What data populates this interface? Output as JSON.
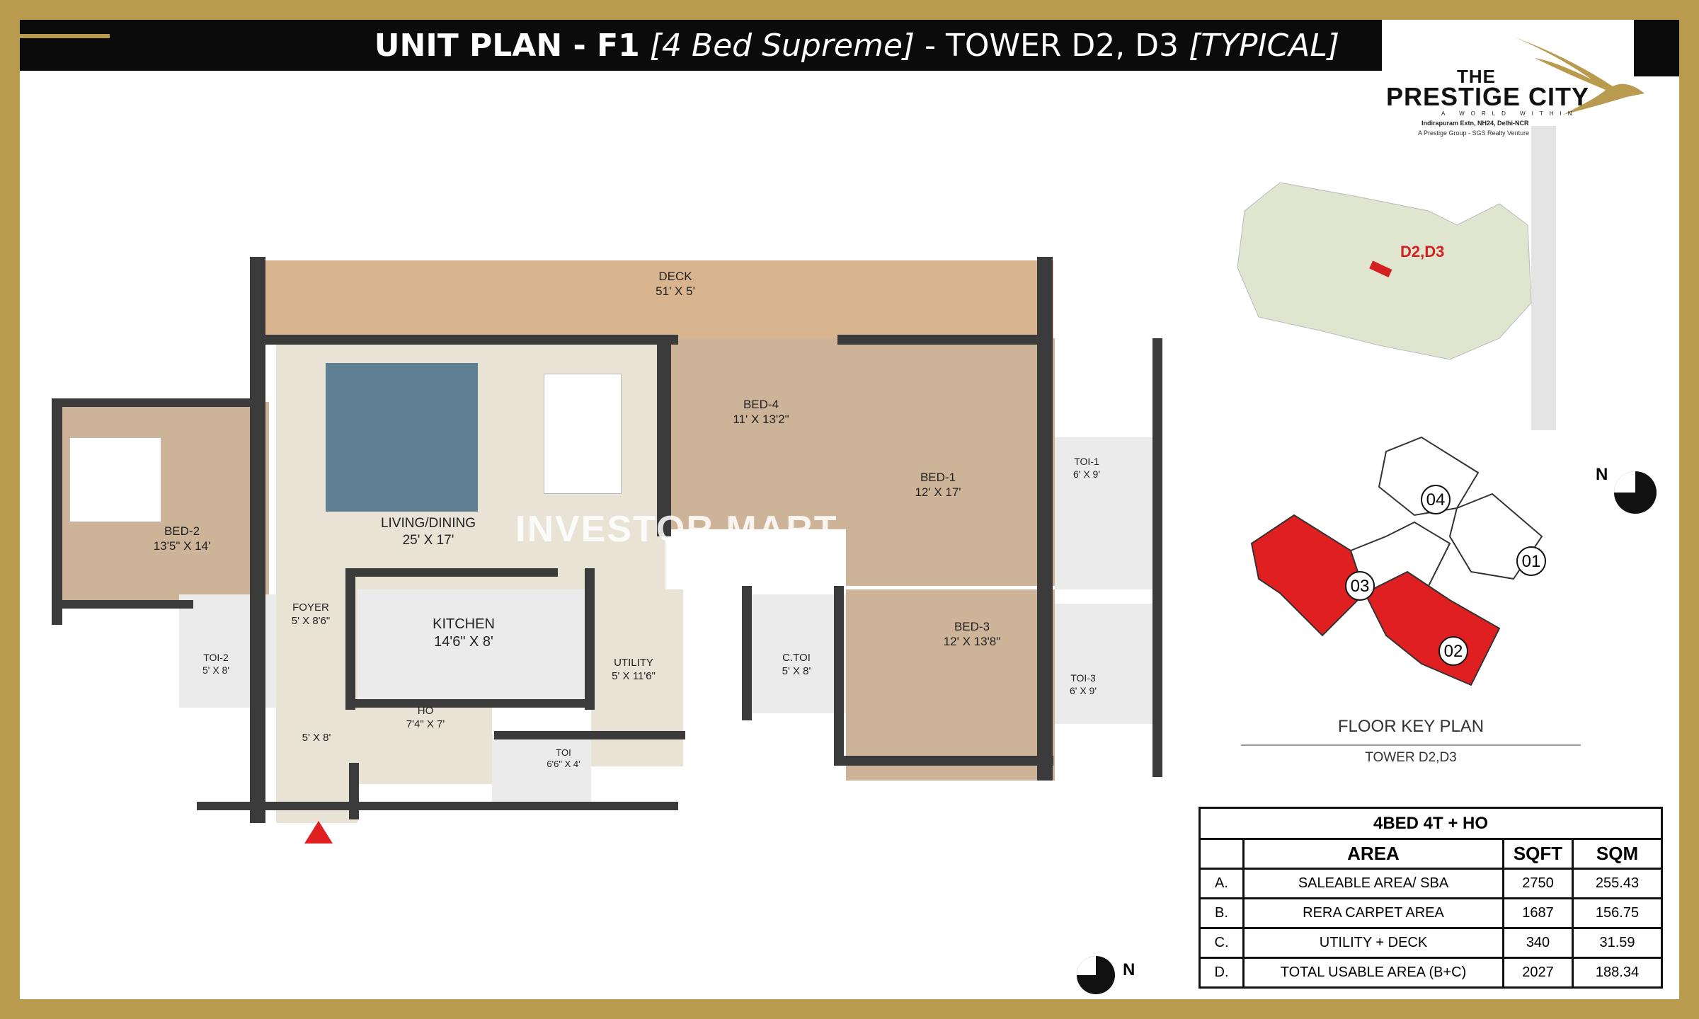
{
  "header": {
    "title_main": "UNIT PLAN - F1",
    "title_sub": "[4 Bed Supreme]",
    "title_tower": "- TOWER D2, D3",
    "title_typical": "[TYPICAL]"
  },
  "logo": {
    "the": "THE",
    "name": "PRESTIGE CITY",
    "tagline": "A WORLD WITHIN",
    "location": "Indirapuram Extn, NH24, Delhi-NCR",
    "venture": "A Prestige Group - SGS Realty Venture"
  },
  "watermark": "INVESTOR MART",
  "rooms": {
    "deck": {
      "name": "DECK",
      "dim": "51' X 5'"
    },
    "living": {
      "name": "LIVING/DINING",
      "dim": "25' X 17'"
    },
    "bed2": {
      "name": "BED-2",
      "dim": "13'5\" X 14'"
    },
    "bed4": {
      "name": "BED-4",
      "dim": "11' X 13'2\""
    },
    "bed1": {
      "name": "BED-1",
      "dim": "12' X 17'"
    },
    "toi1": {
      "name": "TOI-1",
      "dim": "6' X 9'"
    },
    "foyer": {
      "name": "FOYER",
      "dim": "5' X 8'6\""
    },
    "kitchen": {
      "name": "KITCHEN",
      "dim": "14'6\" X 8'"
    },
    "toi2": {
      "name": "TOI-2",
      "dim": "5' X 8'"
    },
    "utility": {
      "name": "UTILITY",
      "dim": "5' X 11'6\""
    },
    "ctoi": {
      "name": "C.TOI",
      "dim": "5' X 8'"
    },
    "bed3": {
      "name": "BED-3",
      "dim": "12' X 13'8\""
    },
    "toi3": {
      "name": "TOI-3",
      "dim": "6' X 9'"
    },
    "ho": {
      "name": "HO",
      "dim": "7'4\" X 7'"
    },
    "passage": {
      "dim": "5' X 8'"
    },
    "toi": {
      "name": "TOI",
      "dim": "6'6\" X 4'"
    }
  },
  "site_plan": {
    "highlight": "D2,D3",
    "highlight_color": "#d42020"
  },
  "key_plan": {
    "title": "FLOOR KEY PLAN",
    "subtitle": "TOWER D2,D3",
    "towers": [
      "04",
      "01",
      "03",
      "02"
    ],
    "highlighted": [
      "03",
      "02"
    ],
    "compass": "N"
  },
  "compass_bottom": "N",
  "area_table": {
    "caption": "4BED 4T + HO",
    "headers": [
      "",
      "AREA",
      "SQFT",
      "SQM"
    ],
    "rows": [
      [
        "A.",
        "SALEABLE AREA/ SBA",
        "2750",
        "255.43"
      ],
      [
        "B.",
        "RERA CARPET AREA",
        "1687",
        "156.75"
      ],
      [
        "C.",
        "UTILITY + DECK",
        "340",
        "31.59"
      ],
      [
        "D.",
        "TOTAL USABLE AREA (B+C)",
        "2027",
        "188.34"
      ]
    ]
  },
  "colors": {
    "gold": "#b99b4f",
    "red": "#e02020",
    "header": "#0b0b0b"
  }
}
